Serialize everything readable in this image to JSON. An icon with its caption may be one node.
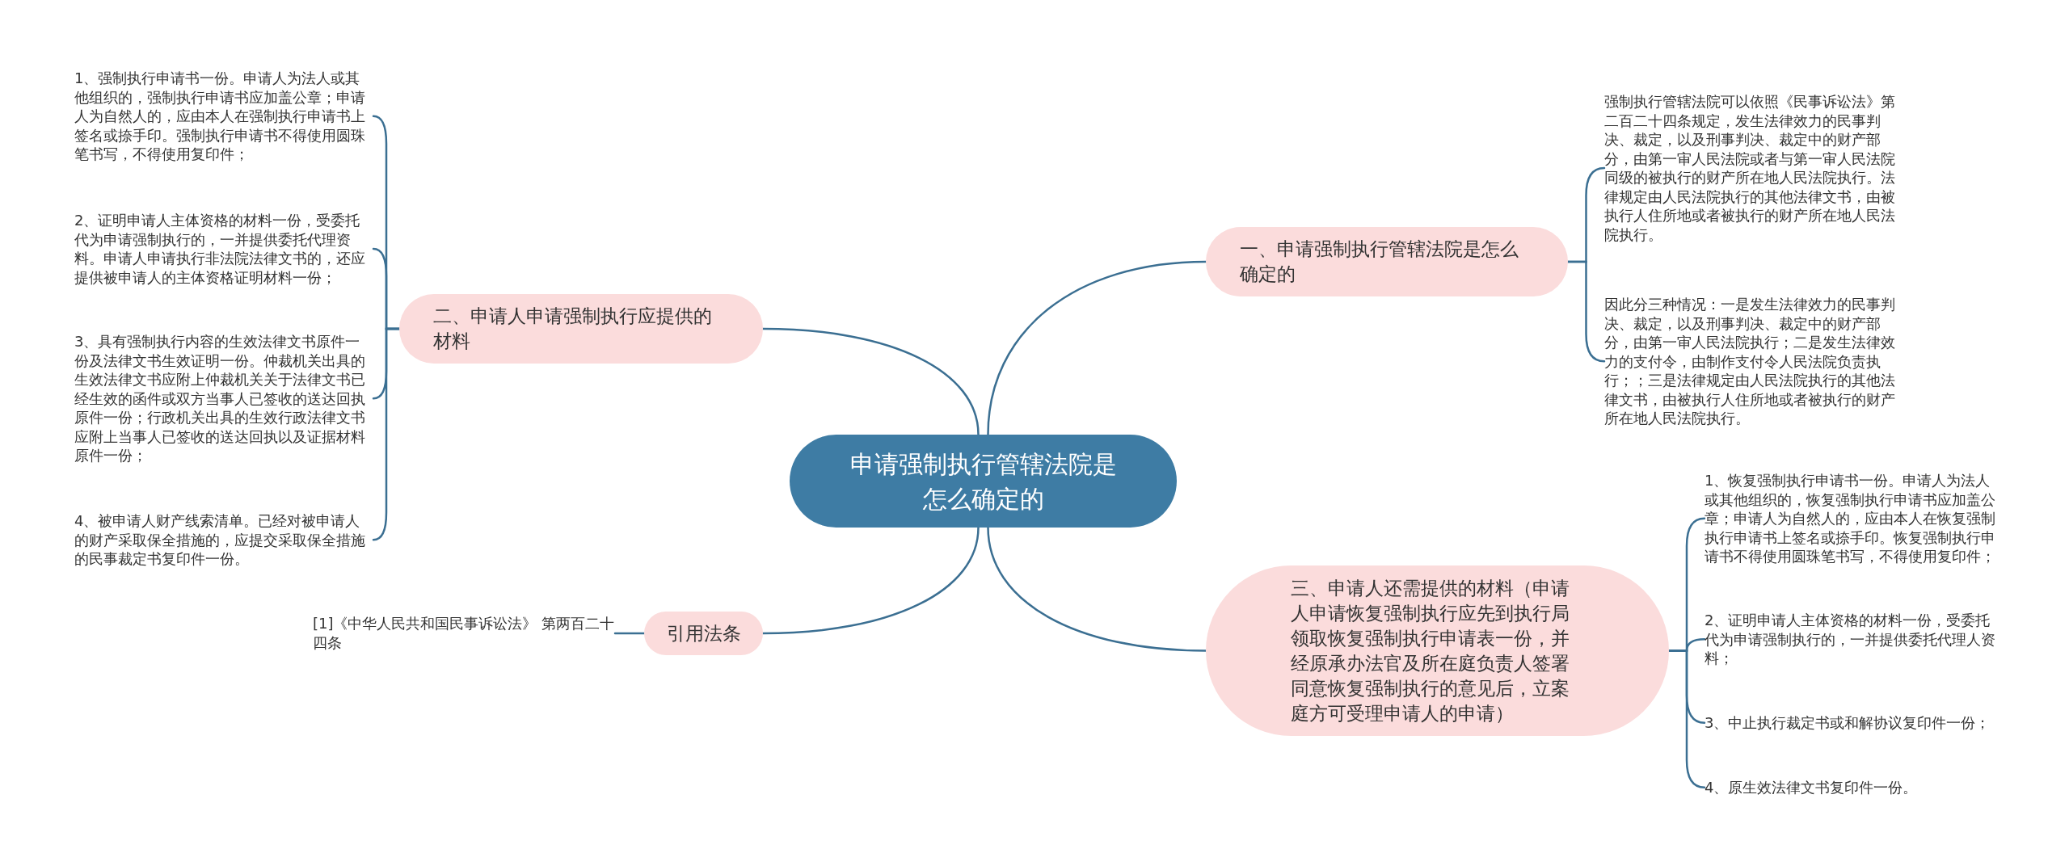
{
  "diagram": {
    "nodes": [
      {
        "text": [
          "申请强制执行管辖法院是怎么确定的"
        ]
      },
      {
        "text": [
          "一、申请强制执行管辖法院是怎么确定的"
        ]
      },
      {
        "text": [
          "强制执行管辖法院可以依照《民事诉讼法》第二百二十四条规定，发生法律效力的民事判决、裁定，以及刑事判决、裁定中的财产部分，由第一审人民法院或者与第一审人民法院同级的被执行的财产所在地人民法院执行。法律规定由人民法院执行的其他法律文书，由被执行人住所地或者被执行的财产所在地人民法院执行。"
        ]
      },
      {
        "text": [
          "因此分三种情况：一是发生法律效力的民事判决、裁定，以及刑事判决、裁定中的财产部分，由第一审人民法院执行；二是发生法律效力的支付令，由制作支付令人民法院负责执行；；三是法律规定由人民法院执行的其他法律文书，由被执行人住所地或者被执行的财产所在地人民法院执行。"
        ]
      },
      {
        "text": [
          "三、申请人还需提供的材料（申请人申请恢复强制执行应先到执行局领取恢复强制执行申请表一份，并经原承办法官及所在庭负责人签署同意恢复强制执行的意见后，立案庭方可受理申请人的申请）"
        ]
      },
      {
        "text": [
          "1、恢复强制执行申请书一份。申请人为法人或其他组织的，恢复强制执行申请书应加盖公章；申请人为自然人的，应由本人在恢复强制执行申请书上签名或捺手印。恢复强制执行申请书不得使用圆珠笔书写，不得使用复印件；"
        ]
      },
      {
        "text": [
          "2、证明申请人主体资格的材料一份，受委托代为申请强制执行的，一并提供委托代理人资料；"
        ]
      },
      {
        "text": [
          "3、中止执行裁定书或和解协议复印件一份；"
        ]
      },
      {
        "text": [
          "4、原生效法律文书复印件一份。"
        ]
      },
      {
        "text": [
          "二、申请人申请强制执行应提供的材料"
        ]
      },
      {
        "text": [
          "1、强制执行申请书一份。申请人为法人或其他组织的，强制执行申请书应加盖公章；申请人为自然人的，应由本人在强制执行申请书上签名或捺手印。强制执行申请书不得使用圆珠笔书写，不得使用复印件；"
        ]
      },
      {
        "text": [
          "2、证明申请人主体资格的材料一份，受委托代为申请强制执行的，一并提供委托代理资料。申请人申请执行非法院法律文书的，还应提供被申请人的主体资格证明材料一份；"
        ]
      },
      {
        "text": [
          "3、具有强制执行内容的生效法律文书原件一份及法律文书生效证明一份。仲裁机关出具的生效法律文书应附上仲裁机关关于法律文书已经生效的函件或双方当事人已签收的送达回执原件一份；行政机关出具的生效行政法律文书应附上当事人已签收的送达回执以及证据材料原件一份；"
        ]
      },
      {
        "text": [
          "4、被申请人财产线索清单。已经对被申请人的财产采取保全措施的，应提交采取保全措施的民事裁定书复印件一份。"
        ]
      },
      {
        "text": [
          "引用法条"
        ]
      },
      {
        "text": [
          "[1]《中华人民共和国民事诉讼法》 第两百二十四条"
        ]
      }
    ],
    "edges": [
      {
        "from": 0,
        "to": 1,
        "arrow": "none"
      },
      {
        "from": 1,
        "to": 2,
        "arrow": "none"
      },
      {
        "from": 1,
        "to": 3,
        "arrow": "none"
      },
      {
        "from": 0,
        "to": 4,
        "arrow": "none"
      },
      {
        "from": 4,
        "to": 5,
        "arrow": "none"
      },
      {
        "from": 4,
        "to": 6,
        "arrow": "none"
      },
      {
        "from": 4,
        "to": 7,
        "arrow": "none"
      },
      {
        "from": 4,
        "to": 8,
        "arrow": "none"
      },
      {
        "from": 0,
        "to": 9,
        "arrow": "none"
      },
      {
        "from": 9,
        "to": 10,
        "arrow": "none"
      },
      {
        "from": 9,
        "to": 11,
        "arrow": "none"
      },
      {
        "from": 9,
        "to": 12,
        "arrow": "none"
      },
      {
        "from": 9,
        "to": 13,
        "arrow": "none"
      },
      {
        "from": 0,
        "to": 14,
        "arrow": "none"
      },
      {
        "from": 14,
        "to": 15,
        "arrow": "none"
      }
    ]
  }
}
